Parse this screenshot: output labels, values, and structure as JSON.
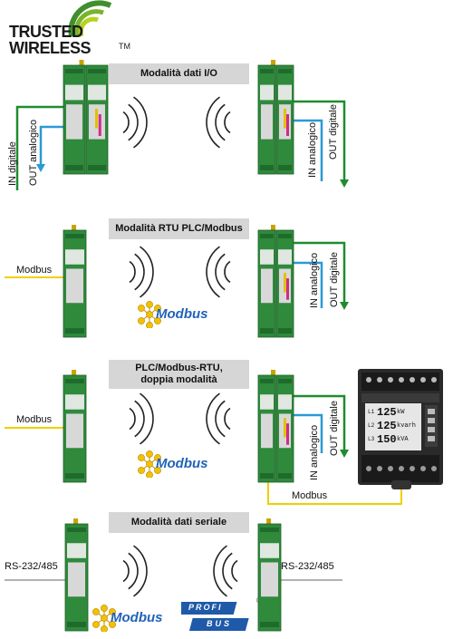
{
  "logo": {
    "line1": "TRUSTED",
    "line2": "WIRELESS",
    "trademark": "TM",
    "colors": [
      "#b7d21f",
      "#79b42a",
      "#3f8f2e"
    ]
  },
  "sections": [
    {
      "title": "Modalità dati I/O",
      "left_labels": [
        "IN digitale",
        "OUT analogico"
      ],
      "right_labels": [
        "IN analogico",
        "OUT digitale"
      ]
    },
    {
      "title": "Modalità RTU PLC/Modbus",
      "left_label": "Modbus",
      "right_labels": [
        "IN analogico",
        "OUT digitale"
      ],
      "protocol_logo": "Modbus"
    },
    {
      "title_line1": "PLC/Modbus-RTU,",
      "title_line2": "doppia modalità",
      "left_label": "Modbus",
      "right_labels": [
        "IN analogico",
        "OUT digitale"
      ],
      "bottom_label": "Modbus",
      "protocol_logo": "Modbus",
      "meter": {
        "rows": [
          {
            "line": "L1",
            "value": "125",
            "unit": "kW"
          },
          {
            "line": "L2",
            "value": "125",
            "unit": "kvarh"
          },
          {
            "line": "L3",
            "value": "150",
            "unit": "kVA"
          }
        ]
      }
    },
    {
      "title": "Modalità dati seriale",
      "left_label": "RS-232/485",
      "right_label": "RS-232/485",
      "protocol_logos": [
        "Modbus",
        "PROFI BUS"
      ],
      "profibus_line1": "PROFI",
      "profibus_line2": "BUS",
      "registered": "®"
    }
  ],
  "colors": {
    "digital_line": "#1e8c2e",
    "analog_line": "#2a9ad6",
    "serial_line": "#f0d000",
    "module_green": "#2f8a3c",
    "mode_box_bg": "#d6d6d6"
  }
}
